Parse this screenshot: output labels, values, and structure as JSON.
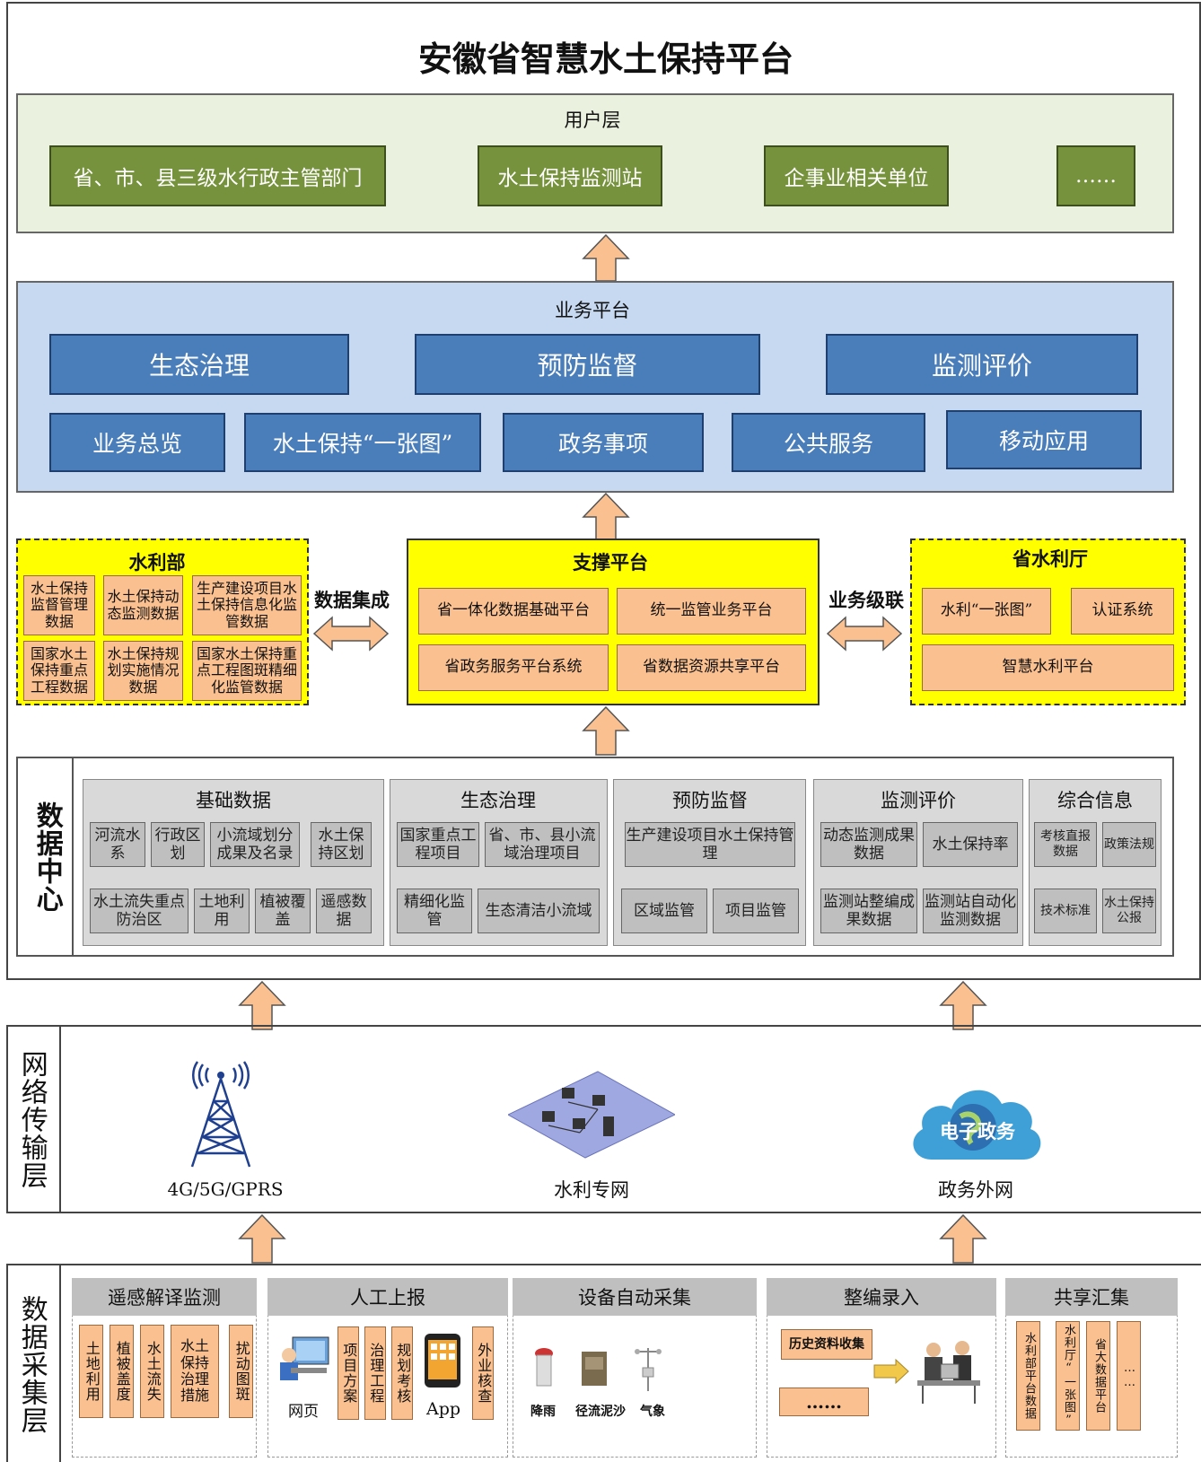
{
  "title": "安徽省智慧水土保持平台",
  "user_layer": {
    "title": "用户层",
    "items": [
      "省、市、县三级水行政主管部门",
      "水土保持监测站",
      "企事业相关单位",
      "……"
    ]
  },
  "business_platform": {
    "title": "业务平台",
    "row1": [
      "生态治理",
      "预防监督",
      "监测评价"
    ],
    "row2": [
      "业务总览",
      "水土保持“一张图”",
      "政务事项",
      "公共服务",
      "移动应用"
    ]
  },
  "mwr": {
    "title": "水利部",
    "items": [
      "水土保持监督管理数据",
      "水土保持动态监测数据",
      "生产建设项目水土保持信息化监管数据",
      "国家水土保持重点工程数据",
      "水土保持规划实施情况数据",
      "国家水土保持重点工程图斑精细化监管数据"
    ]
  },
  "data_integration": "数据集成",
  "support_platform": {
    "title": "支撑平台",
    "items": [
      "省一体化数据基础平台",
      "统一监管业务平台",
      "省政务服务平台系统",
      "省数据资源共享平台"
    ]
  },
  "business_cascade": "业务级联",
  "provincial": {
    "title": "省水利厅",
    "items": [
      "水利“一张图”",
      "认证系统",
      "智慧水利平台"
    ]
  },
  "data_center": {
    "label": "数据中心",
    "basic": {
      "title": "基础数据",
      "row1": [
        "河流水系",
        "行政区划",
        "小流域划分成果及名录",
        "水土保持区划"
      ],
      "row2": [
        "水土流失重点防治区",
        "土地利用",
        "植被覆盖",
        "遥感数据"
      ]
    },
    "eco": {
      "title": "生态治理",
      "row1": [
        "国家重点工程项目",
        "省、市、县小流域治理项目"
      ],
      "row2": [
        "精细化监管",
        "生态清洁小流域"
      ]
    },
    "prev": {
      "title": "预防监督",
      "row1": [
        "生产建设项目水土保持管理"
      ],
      "row2": [
        "区域监管",
        "项目监管"
      ]
    },
    "mon": {
      "title": "监测评价",
      "row1": [
        "动态监测成果数据",
        "水土保持率"
      ],
      "row2": [
        "监测站整编成果数据",
        "监测站自动化监测数据"
      ]
    },
    "comp": {
      "title": "综合信息",
      "row1": [
        "考核直报数据",
        "政策法规"
      ],
      "row2": [
        "技术标准",
        "水土保持公报"
      ]
    }
  },
  "network": {
    "label": "网络传输层",
    "items": [
      "4G/5G/GPRS",
      "水利专网",
      "政务外网"
    ],
    "cloud_text": "电子政务"
  },
  "collection": {
    "label": "数据采集层",
    "rs": {
      "title": "遥感解译监测",
      "items": [
        "土地利用",
        "植被盖度",
        "水土流失",
        "水土保持治理措施",
        "扰动图斑"
      ]
    },
    "manual": {
      "title": "人工上报",
      "web": "网页",
      "items": [
        "项目方案",
        "治理工程",
        "规划考核"
      ],
      "app": "App",
      "check": "外业核查"
    },
    "auto": {
      "title": "设备自动采集",
      "items": [
        "降雨",
        "径流泥沙",
        "气象"
      ]
    },
    "compile": {
      "title": "整编录入",
      "history": "历史资料收集",
      "more": "……"
    },
    "share": {
      "title": "共享汇集",
      "items": [
        "水利部平台数据",
        "水利厅“一张图”",
        "省大数据平台",
        "……"
      ]
    }
  }
}
